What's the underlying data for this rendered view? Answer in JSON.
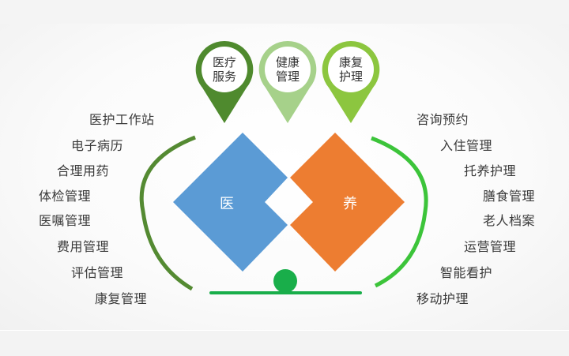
{
  "diagram": {
    "title_pins": [
      {
        "line1": "医疗",
        "line2": "服务",
        "color": "#4f8a2e"
      },
      {
        "line1": "健康",
        "line2": "管理",
        "color": "#a6d18a"
      },
      {
        "line1": "康复",
        "line2": "护理",
        "color": "#8cc63f"
      }
    ],
    "center": {
      "left_label": "医",
      "right_label": "养",
      "left_color": "#5b9bd5",
      "right_color": "#ed7d31",
      "ball_color": "#19ae4a"
    },
    "left_arc_color": "#548a32",
    "right_arc_color": "#3cc43a",
    "left_items": [
      "医护工作站",
      "电子病历",
      "合理用药",
      "体检管理",
      "医嘱管理",
      "费用管理",
      "评估管理",
      "康复管理"
    ],
    "right_items": [
      "咨询预约",
      "入住管理",
      "托养护理",
      "膳食管理",
      "老人档案",
      "运营管理",
      "智能看护",
      "移动护理"
    ]
  }
}
